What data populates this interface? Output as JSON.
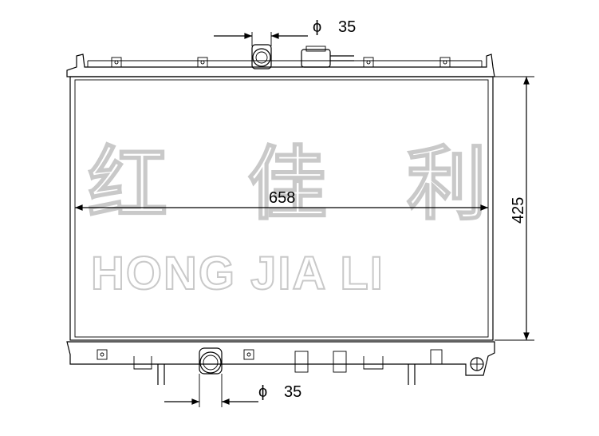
{
  "dimensions": {
    "width_label": "658",
    "height_label": "425",
    "top_pipe": {
      "symbol": "ϕ",
      "value": "35"
    },
    "bottom_pipe": {
      "symbol": "ϕ",
      "value": "35"
    }
  },
  "watermark": {
    "chinese": [
      "红",
      "佳",
      "利"
    ],
    "english": "HONG JIA LI"
  }
}
